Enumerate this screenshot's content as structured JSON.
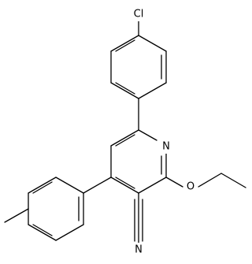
{
  "molecule": {
    "atoms": {
      "chlorine": "Cl",
      "ring_nitrogen": "N",
      "ether_oxygen": "O",
      "nitrile_nitrogen": "N"
    }
  }
}
